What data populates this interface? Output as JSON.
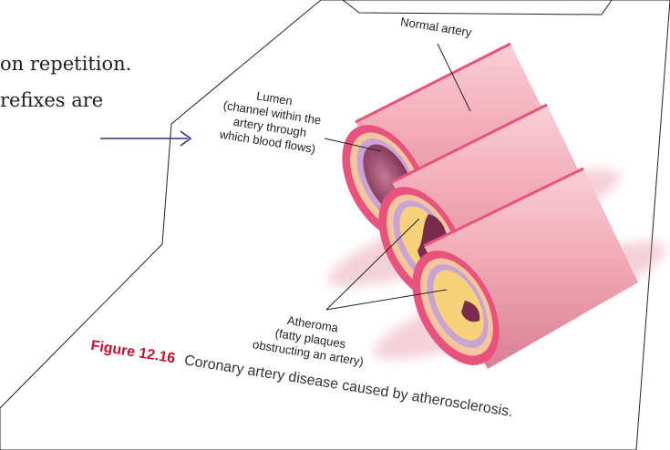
{
  "text_lines": [
    "on repetition.",
    "refixes are"
  ],
  "figure": {
    "number": "Figure 12.16",
    "caption": "Coronary artery disease caused by atherosclerosis.",
    "labels": {
      "normal_artery": "Normal artery",
      "lumen": [
        "Lumen",
        "(channel within the",
        "artery through",
        "which blood flows)"
      ],
      "atheroma": [
        "Atheroma",
        "(fatty plaques",
        "obstructing an artery)"
      ]
    }
  },
  "colors": {
    "arrow": "#2e3192",
    "figure_number": "#c8102e",
    "artery_wall": "#e8527c",
    "artery_body": "#f4b9c3",
    "plaque": "#f7d27a",
    "lumen": "#a24d6d"
  }
}
